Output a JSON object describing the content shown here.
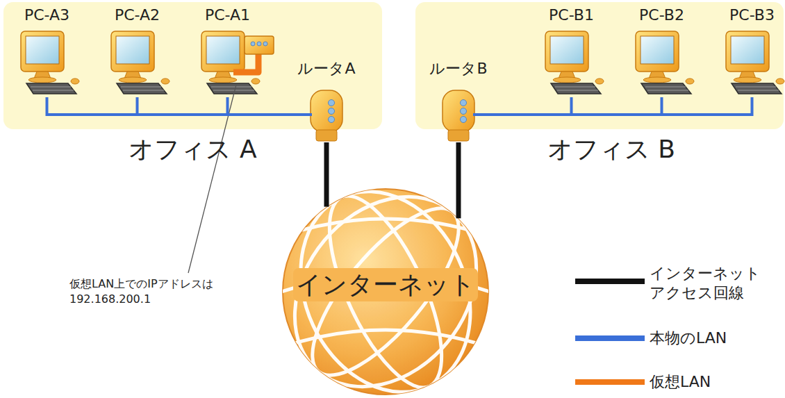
{
  "diagram": {
    "nodes": [
      {
        "text": [
          "オフィス A"
        ]
      },
      {
        "text": [
          "PC-A3"
        ],
        "in": 0
      },
      {
        "text": [
          "PC-A2"
        ],
        "in": 0
      },
      {
        "text": [
          "PC-A1"
        ],
        "in": 0
      },
      {
        "text": [
          "ルータA"
        ],
        "in": 0
      },
      {
        "text": [
          "オフィス B"
        ]
      },
      {
        "text": [
          "ルータB"
        ],
        "in": 5
      },
      {
        "text": [
          "PC-B1"
        ],
        "in": 5
      },
      {
        "text": [
          "PC-B2"
        ],
        "in": 5
      },
      {
        "text": [
          "PC-B3"
        ],
        "in": 5
      },
      {
        "text": [
          "インターネット"
        ]
      }
    ],
    "edges": [
      {
        "from": 1,
        "to": 4,
        "arrow": "none"
      },
      {
        "from": 2,
        "to": 4,
        "arrow": "none"
      },
      {
        "from": 3,
        "to": 4,
        "arrow": "none"
      },
      {
        "from": 7,
        "to": 6,
        "arrow": "none"
      },
      {
        "from": 8,
        "to": 6,
        "arrow": "none"
      },
      {
        "from": 9,
        "to": 6,
        "arrow": "none"
      },
      {
        "from": 4,
        "to": 10,
        "arrow": "none"
      },
      {
        "from": 6,
        "to": 10,
        "arrow": "none"
      }
    ],
    "labels": [
      "仮想LAN上でのIPアドレスは 192.168.200.1"
    ],
    "legend": [
      {
        "text": "インターネット アクセス回線"
      },
      {
        "text": "本物のLAN"
      },
      {
        "text": "仮想LAN"
      }
    ]
  }
}
